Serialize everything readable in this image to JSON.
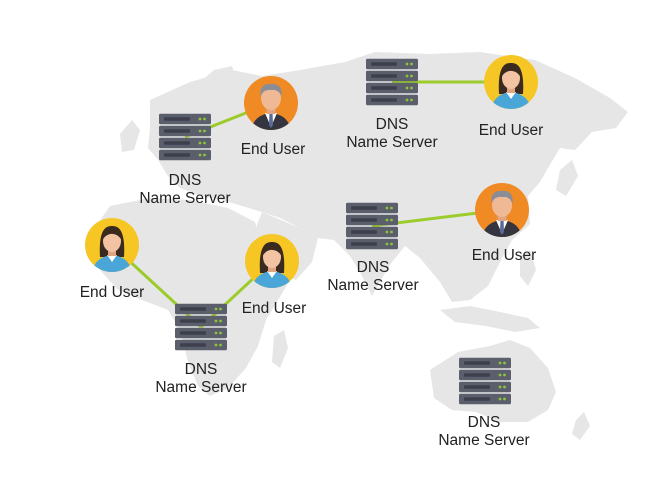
{
  "colors": {
    "map": "#e6e6e6",
    "link": "#9ccb2c",
    "server_body": "#5b5e6b",
    "server_slot": "#3d404c",
    "server_light": "#8fc33f",
    "user_male_bg": "#f08a24",
    "user_female_bg": "#f6c624",
    "text": "#222222"
  },
  "nodes": {
    "end_user_label": "End User",
    "dns_label_line1": "DNS",
    "dns_label_line2": "Name Server"
  },
  "icons": {
    "server": "server-rack-icon",
    "male_user": "male-avatar-icon",
    "female_user": "female-avatar-icon"
  },
  "graph": {
    "nodes": [
      {
        "id": "dns-europe",
        "type": "dns"
      },
      {
        "id": "user-europe",
        "type": "end-user",
        "avatar": "male"
      },
      {
        "id": "dns-russia",
        "type": "dns"
      },
      {
        "id": "user-russia",
        "type": "end-user",
        "avatar": "female"
      },
      {
        "id": "dns-asia",
        "type": "dns"
      },
      {
        "id": "user-asia",
        "type": "end-user",
        "avatar": "male"
      },
      {
        "id": "dns-africa",
        "type": "dns"
      },
      {
        "id": "user-africa-west",
        "type": "end-user",
        "avatar": "female"
      },
      {
        "id": "user-africa-east",
        "type": "end-user",
        "avatar": "female"
      },
      {
        "id": "dns-australia",
        "type": "dns"
      }
    ],
    "edges": [
      [
        "dns-europe",
        "user-europe"
      ],
      [
        "dns-russia",
        "user-russia"
      ],
      [
        "dns-asia",
        "user-asia"
      ],
      [
        "user-africa-west",
        "dns-africa"
      ],
      [
        "dns-africa",
        "user-africa-east"
      ]
    ]
  }
}
